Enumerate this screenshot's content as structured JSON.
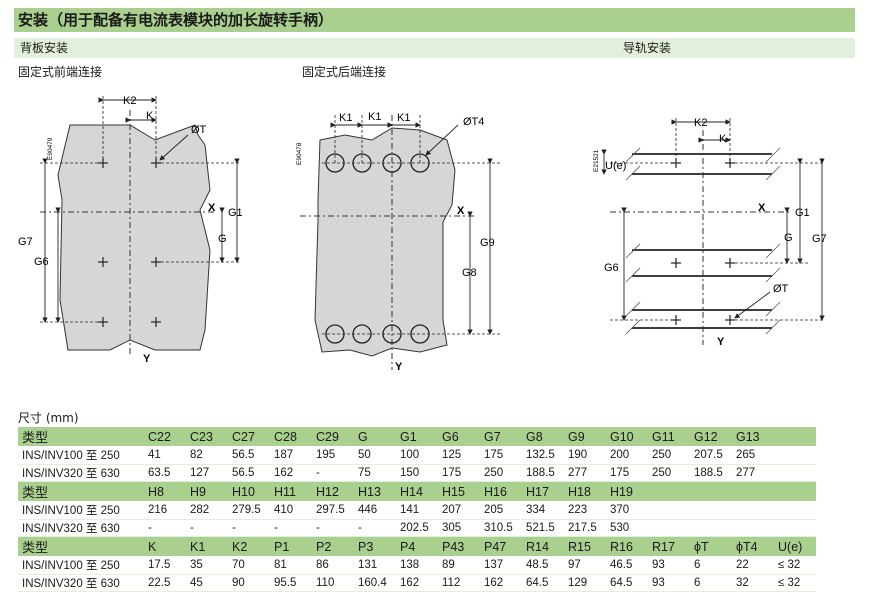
{
  "title": "安装（用于配备有电流表模块的加长旋转手柄）",
  "sub": {
    "left": "背板安装",
    "right": "导轨安装"
  },
  "captions": {
    "front": "固定式前端连接",
    "rear": "固定式后端连接"
  },
  "labels": {
    "K2": "K2",
    "K": "K",
    "K1": "K1",
    "OT": "ØT",
    "OT4": "ØT4",
    "X": "X",
    "Y": "Y",
    "G": "G",
    "G1": "G1",
    "G6": "G6",
    "G7": "G7",
    "G8": "G8",
    "G9": "G9",
    "Ue": "U(e)",
    "code1": "E90479",
    "code2": "E90478",
    "code3": "E21521"
  },
  "dims_label": "尺寸 (mm)",
  "table": {
    "rows": [
      {
        "type": "hdr",
        "cells": [
          "类型",
          "C22",
          "C23",
          "C27",
          "C28",
          "C29",
          "G",
          "G1",
          "G6",
          "G7",
          "G8",
          "G9",
          "G10",
          "G11",
          "G12",
          "G13"
        ]
      },
      {
        "type": "dat",
        "cells": [
          "INS/INV100 至 250",
          "41",
          "82",
          "56.5",
          "187",
          "195",
          "50",
          "100",
          "125",
          "175",
          "132.5",
          "190",
          "200",
          "250",
          "207.5",
          "265"
        ]
      },
      {
        "type": "dat",
        "cells": [
          "INS/INV320 至 630",
          "63.5",
          "127",
          "56.5",
          "162",
          "-",
          "75",
          "150",
          "175",
          "250",
          "188.5",
          "277",
          "175",
          "250",
          "188.5",
          "277"
        ]
      },
      {
        "type": "hdr",
        "cells": [
          "类型",
          "H8",
          "H9",
          "H10",
          "H11",
          "H12",
          "H13",
          "H14",
          "H15",
          "H16",
          "H17",
          "H18",
          "H19",
          "",
          "",
          ""
        ]
      },
      {
        "type": "dat",
        "cells": [
          "INS/INV100 至 250",
          "216",
          "282",
          "279.5",
          "410",
          "297.5",
          "446",
          "141",
          "207",
          "205",
          "334",
          "223",
          "370",
          "",
          "",
          ""
        ]
      },
      {
        "type": "dat",
        "cells": [
          "INS/INV320 至 630",
          "-",
          "-",
          "-",
          "-",
          "-",
          "-",
          "202.5",
          "305",
          "310.5",
          "521.5",
          "217.5",
          "530",
          "",
          "",
          ""
        ]
      },
      {
        "type": "hdr",
        "cells": [
          "类型",
          "K",
          "K1",
          "K2",
          "P1",
          "P2",
          "P3",
          "P4",
          "P43",
          "P47",
          "R14",
          "R15",
          "R16",
          "R17",
          "ϕT",
          "ϕT4",
          "U(e)"
        ]
      },
      {
        "type": "dat",
        "cells": [
          "INS/INV100 至 250",
          "17.5",
          "35",
          "70",
          "81",
          "86",
          "131",
          "138",
          "89",
          "137",
          "48.5",
          "97",
          "46.5",
          "93",
          "6",
          "22",
          "≤ 32"
        ]
      },
      {
        "type": "dat",
        "cells": [
          "INS/INV320 至 630",
          "22.5",
          "45",
          "90",
          "95.5",
          "110",
          "160.4",
          "162",
          "112",
          "162",
          "64.5",
          "129",
          "64.5",
          "93",
          "6",
          "32",
          "≤ 32"
        ]
      }
    ]
  }
}
